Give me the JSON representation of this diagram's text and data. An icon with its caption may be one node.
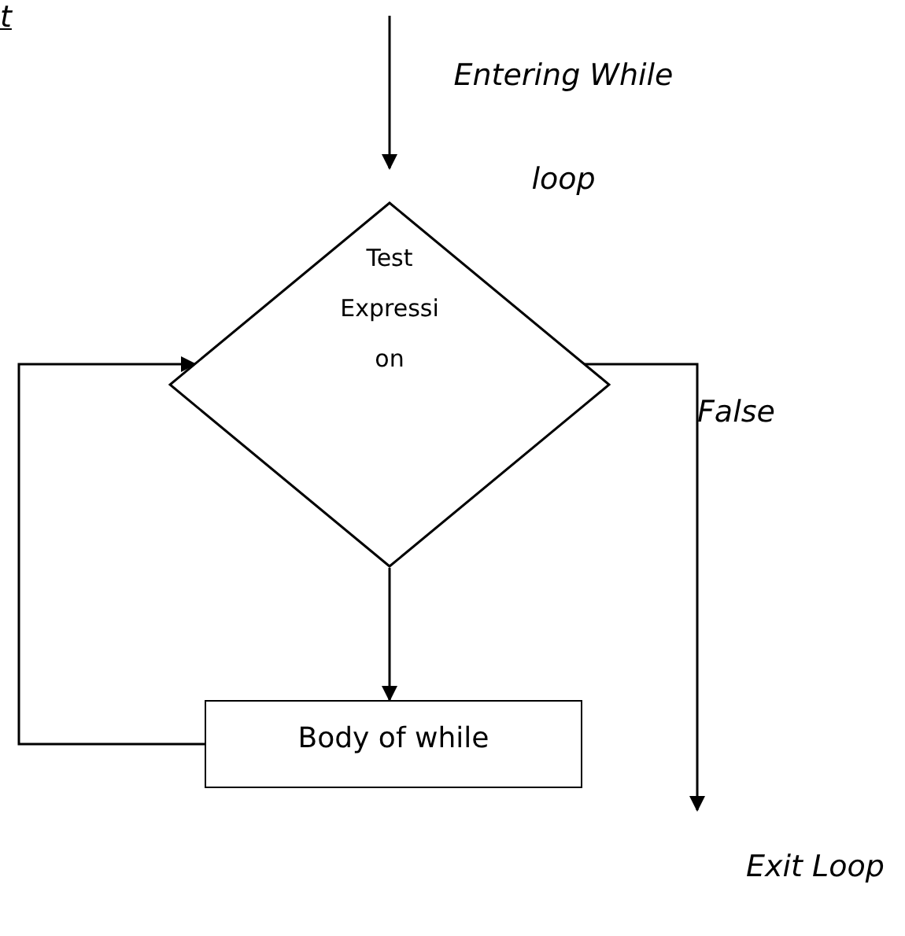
{
  "diagram": {
    "nodes": [
      {
        "text": [
          "Test Expressi on"
        ]
      },
      {
        "text": [
          "Body of while"
        ]
      }
    ],
    "edges": [
      {
        "from": null,
        "to": 0,
        "arrow": "to",
        "label": "Entering While loop"
      },
      {
        "from": 0,
        "to": 1,
        "arrow": "to"
      },
      {
        "from": 1,
        "to": 0,
        "arrow": "to"
      },
      {
        "from": 0,
        "to": null,
        "arrow": "to",
        "label": "False"
      }
    ],
    "labels": [
      "t",
      "Exit Loop"
    ]
  }
}
